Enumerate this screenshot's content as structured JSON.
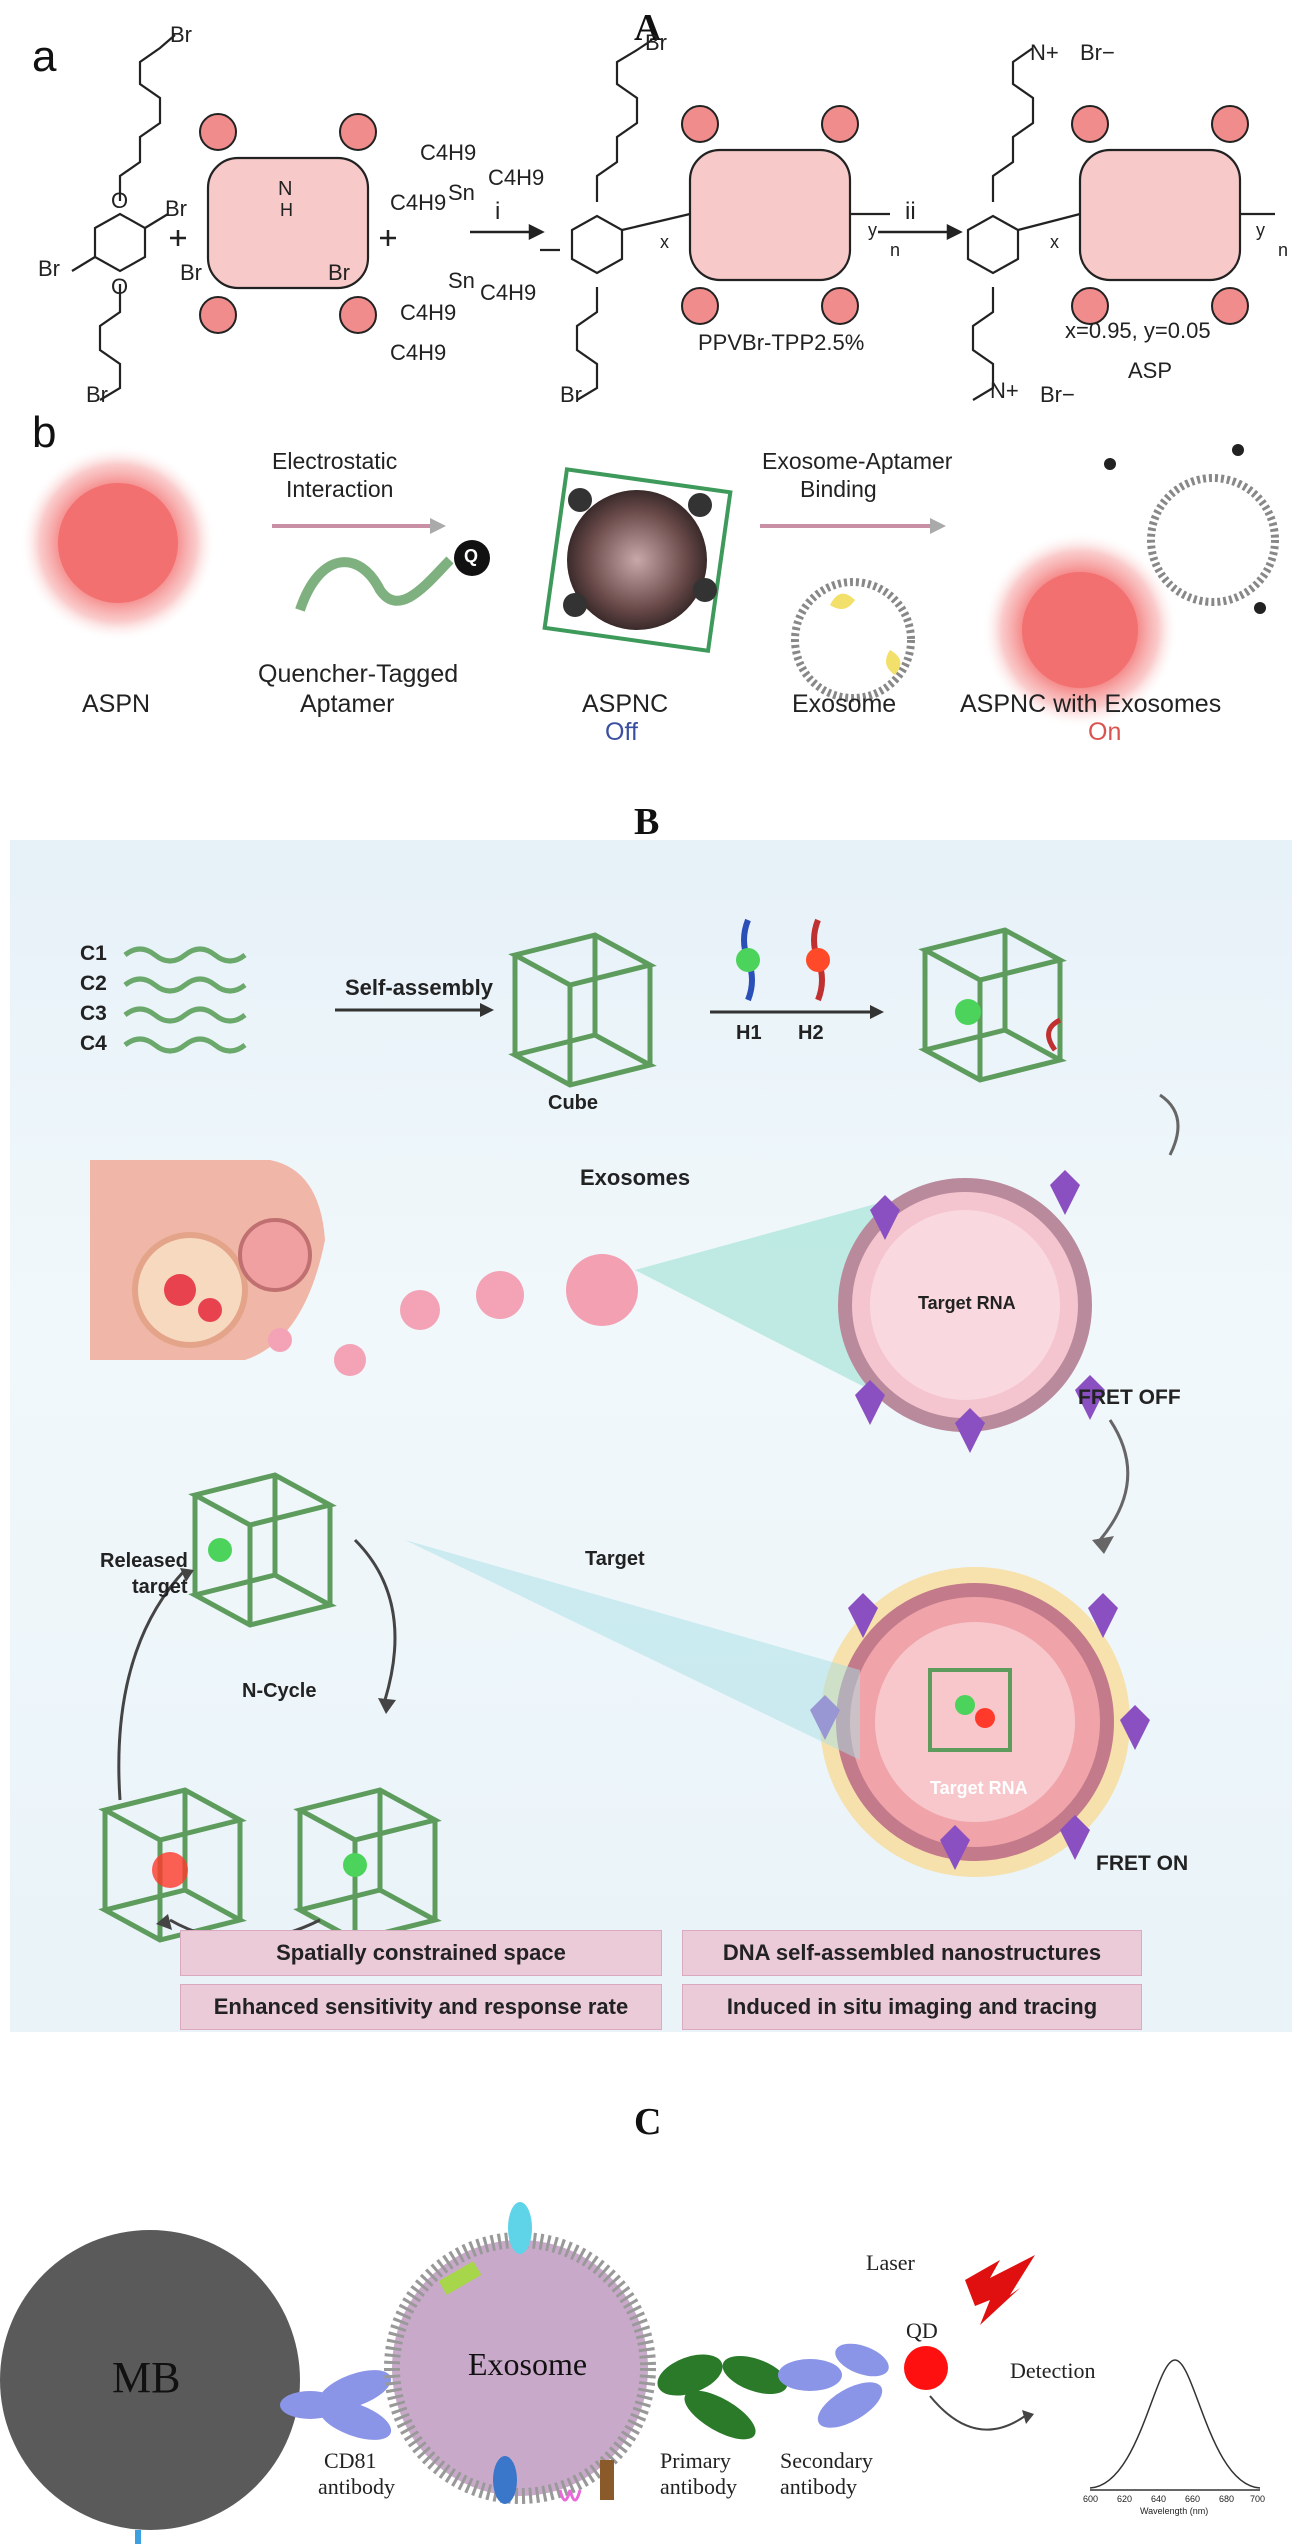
{
  "panel_A": {
    "letter": "A",
    "sub_a": "a",
    "sub_b": "b",
    "step_i": "i",
    "step_ii": "ii",
    "reagent_lines": [
      "C4H9",
      "C4H9",
      "C4H9",
      "Sn",
      "Sn",
      "C4H9",
      "C4H9",
      "C4H9"
    ],
    "atoms": {
      "br": "Br",
      "o": "O",
      "n": "N",
      "h": "H",
      "nplus": "N+",
      "br_minus": "Br−"
    },
    "x_sub": "x",
    "y_sub": "y",
    "n_sub": "n",
    "product1": "PPVBr-TPP2.5%",
    "product2": "ASP",
    "ratio": "x=0.95,  y=0.05",
    "arrow1_top": "Electrostatic",
    "arrow1_bottom": "Interaction",
    "arrow2_top": "Exosome-Aptamer",
    "arrow2_bottom": "Binding",
    "q_label": "Q",
    "labels": {
      "aspn": "ASPN",
      "aptamer_line1": "Quencher-Tagged",
      "aptamer_line2": "Aptamer",
      "aspnc": "ASPNC",
      "off": "Off",
      "exosome": "Exosome",
      "aspnc_exo": "ASPNC with Exosomes",
      "on": "On"
    },
    "colors": {
      "off": "#3a4fa0",
      "on": "#d9534f",
      "pink": "#f26b6b",
      "ring": "#4aa36a"
    }
  },
  "panel_B": {
    "letter": "B",
    "strands": [
      "C1",
      "C2",
      "C3",
      "C4"
    ],
    "self_assembly": "Self-assembly",
    "cube": "Cube",
    "h1": "H1",
    "h2": "H2",
    "exosomes": "Exosomes",
    "target_rna_1": "Target RNA",
    "target_rna_2": "Target RNA",
    "fret_off": "FRET OFF",
    "fret_on": "FRET ON",
    "released_line1": "Released",
    "released_line2": "target",
    "target": "Target",
    "ncycle": "N-Cycle",
    "boxes": [
      "Spatially constrained space",
      "DNA self-assembled nanostructures",
      "Enhanced sensitivity and response rate",
      "Induced in situ imaging and tracing"
    ]
  },
  "panel_C": {
    "letter": "C",
    "mb": "MB",
    "exosome": "Exosome",
    "cd81_line1": "CD81",
    "cd81_line2": "antibody",
    "primary_line1": "Primary",
    "primary_line2": "antibody",
    "secondary_line1": "Secondary",
    "secondary_line2": "antibody",
    "laser": "Laser",
    "qd": "QD",
    "detection": "Detection",
    "spectrum_ticks": [
      "600",
      "620",
      "640",
      "660",
      "680",
      "700"
    ],
    "spectrum_xlabel": "Wavelength (nm)"
  }
}
